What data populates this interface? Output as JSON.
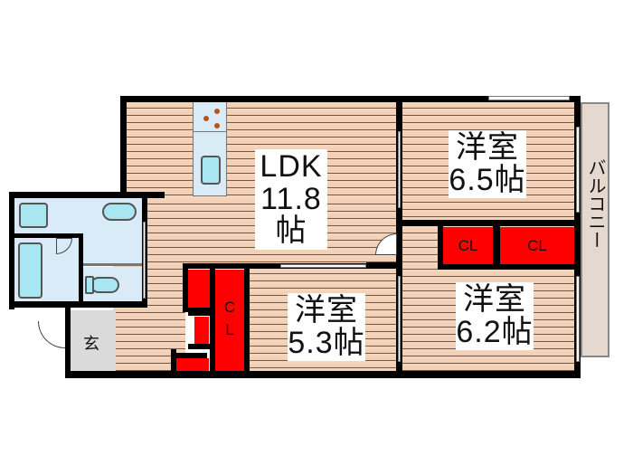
{
  "floorplan": {
    "rooms": {
      "ldk": {
        "name": "LDK",
        "size": "11.8帖"
      },
      "western_1": {
        "name": "洋室",
        "size": "6.5帖"
      },
      "western_2": {
        "name": "洋室",
        "size": "6.2帖"
      },
      "western_3": {
        "name": "洋室",
        "size": "5.3帖"
      },
      "entrance": {
        "name": "玄"
      },
      "balcony": {
        "name": "バルコニー"
      }
    },
    "closets": {
      "cl_a": "CL",
      "cl_b": "CL",
      "cl_c": "C",
      "cl_c2": "L"
    },
    "colors": {
      "wall": "#000000",
      "floor": "#f4d2b8",
      "closet": "#ff0000",
      "wet_area": "#d8ebf7",
      "fixture": "#a8e6f2",
      "entrance": "#dadada",
      "balcony": "#e4d8cf"
    }
  }
}
